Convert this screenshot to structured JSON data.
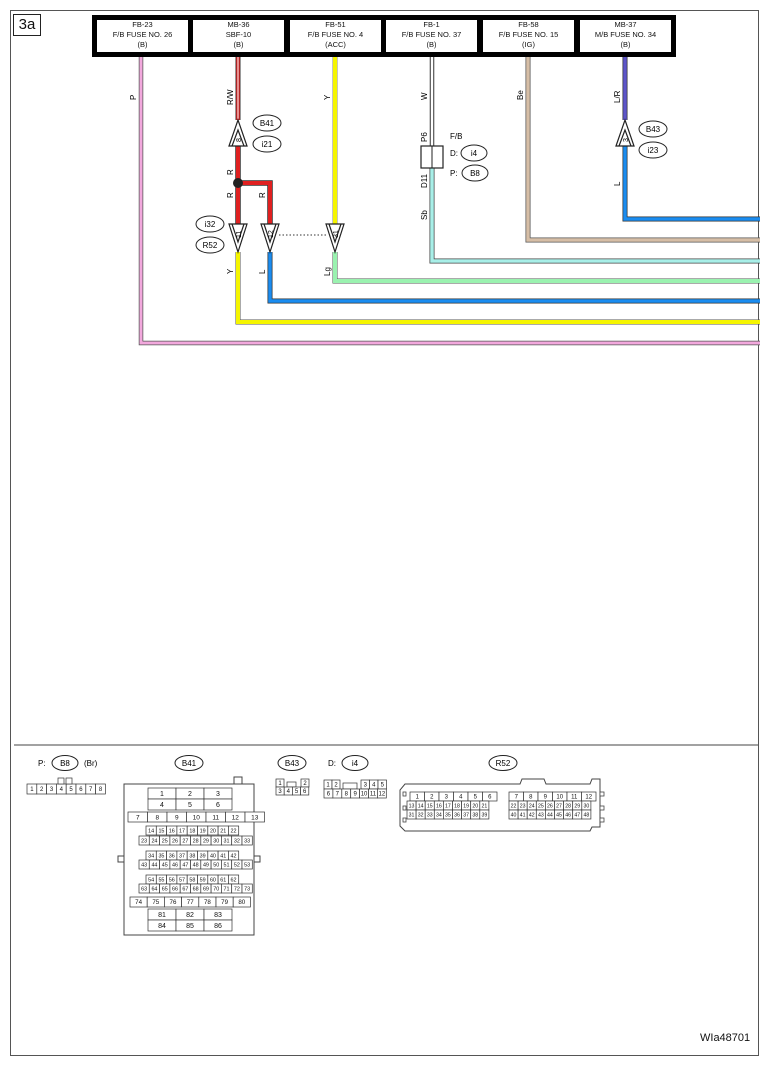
{
  "page_tag": "3a",
  "diagram_id": "WIa48701",
  "fuses": [
    {
      "id": "FB-23",
      "name": "F/B FUSE NO. 26",
      "note": "(B)"
    },
    {
      "id": "MB-36",
      "name": "SBF-10",
      "note": "(B)"
    },
    {
      "id": "FB-51",
      "name": "F/B FUSE NO. 4",
      "note": "(ACC)"
    },
    {
      "id": "FB-1",
      "name": "F/B FUSE NO. 37",
      "note": "(B)"
    },
    {
      "id": "FB-58",
      "name": "F/B FUSE NO. 15",
      "note": "(IG)"
    },
    {
      "id": "MB-37",
      "name": "M/B FUSE NO. 34",
      "note": "(B)"
    }
  ],
  "wire_labels": {
    "pink": "P",
    "rw": "R/W",
    "yellow_top": "Y",
    "white": "W",
    "beige": "Be",
    "lr": "L/R",
    "red_1": "R",
    "red_2": "R",
    "red_branch": "R",
    "yellow_bottom": "Y",
    "blue_mid": "L",
    "light_green": "Lg",
    "sky_blue": "Sb",
    "blue_right": "L"
  },
  "connector_callouts": {
    "b41_pin": "8",
    "b41": "B41",
    "i21": "i21",
    "b43_pin": "3",
    "b43": "B43",
    "i23": "i23",
    "i32": "i32",
    "r52": "R52",
    "pin_11": "11",
    "pin_12": "12",
    "pin_31": "31"
  },
  "fb_junction": {
    "label": "F/B",
    "d_prefix": "D:",
    "d_conn": "i4",
    "p_prefix": "P:",
    "p_conn": "B8",
    "pin_top": "P6",
    "pin_bottom": "D11"
  },
  "connectors": {
    "b8": {
      "prefix": "P:",
      "name": "B8",
      "color_note": "(Br)",
      "pins": [
        "1",
        "2",
        "3",
        "4",
        "5",
        "6",
        "7",
        "8"
      ]
    },
    "b41": {
      "name": "B41"
    },
    "b43": {
      "name": "B43",
      "pins": [
        "1",
        "2",
        "3",
        "4",
        "5",
        "6"
      ]
    },
    "i4": {
      "prefix": "D:",
      "name": "i4",
      "pins": [
        "1",
        "2",
        "3",
        "4",
        "5",
        "6",
        "7",
        "8",
        "9",
        "10",
        "11",
        "12"
      ]
    },
    "r52": {
      "name": "R52"
    }
  }
}
